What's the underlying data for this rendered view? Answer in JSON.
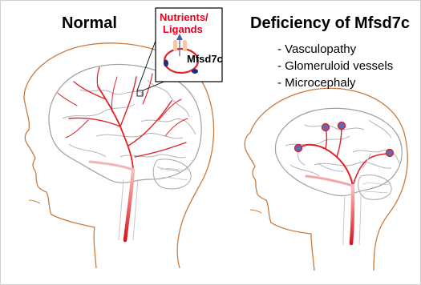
{
  "panels": {
    "normal": {
      "title": "Normal"
    },
    "deficient": {
      "title": "Deficiency of Mfsd7c",
      "phenotypes": [
        "- Vasculopathy",
        "- Glomeruloid vessels",
        "- Microcephaly"
      ]
    }
  },
  "inset": {
    "label_top": "Nutrients/",
    "label_bottom": "Ligands",
    "transporter": "Mfsd7c"
  },
  "colors": {
    "head_outline": "#c97a3c",
    "brain_outline": "#a0a0a0",
    "vessel": "#e0212a",
    "vessel_light": "#f4a6a6",
    "glomeruloid": "#4a5aa8",
    "text_red": "#e8001c"
  }
}
